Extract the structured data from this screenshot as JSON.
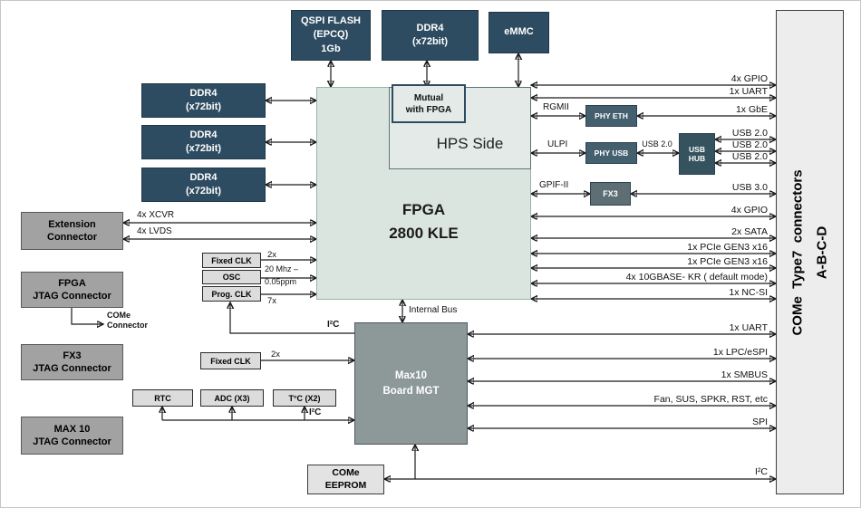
{
  "colors": {
    "dark_box": "#2e4c61",
    "gray_box": "#a2a2a2",
    "fpga_fill": "#dbe5e0",
    "max10_fill": "#8d9898",
    "connector_fill": "#ededed"
  },
  "top_memory": {
    "qspi": "QSPI FLASH\n(EPCQ)\n1Gb",
    "ddr4": "DDR4\n(x72bit)",
    "emmc": "eMMC"
  },
  "left_memory": {
    "ddr4_1": "DDR4\n(x72bit)",
    "ddr4_2": "DDR4\n(x72bit)",
    "ddr4_3": "DDR4\n(x72bit)"
  },
  "fpga": {
    "label": "FPGA\n2800 KLE",
    "hps": "HPS Side",
    "mutual": "Mutual\nwith FPGA"
  },
  "left_panel": {
    "extension": "Extension\nConnector",
    "fpga_jtag": "FPGA\nJTAG Connector",
    "fx3_jtag": "FX3\nJTAG Connector",
    "max10_jtag": "MAX 10\nJTAG Connector",
    "come_connector": "COMe\nConnector",
    "xcvr": "4x XCVR",
    "lvds": "4x LVDS"
  },
  "clocks": {
    "fixed_clk": "Fixed CLK",
    "osc": "OSC",
    "prog_clk": "Prog. CLK",
    "fixed_clk_2": "Fixed CLK",
    "fixed_2x": "2x",
    "osc_freq": "20 Mhz –\n0.05ppm",
    "prog_7x": "7x",
    "fixed2_2x": "2x"
  },
  "mgmt": {
    "max10": "Max10\nBoard MGT",
    "internal_bus": "Internal Bus",
    "i2c_prog": "I²C",
    "i2c_sensors": "I²C",
    "rtc": "RTC",
    "adc": "ADC (X3)",
    "temp": "T°C (X2)",
    "eeprom": "COMe\nEEPROM"
  },
  "interfaces": {
    "rgmii": "RGMII",
    "phy_eth": "PHY ETH",
    "ulpi": "ULPI",
    "phy_usb": "PHY USB",
    "usb20_link": "USB 2.0",
    "usb_hub": "USB\nHUB",
    "gpif": "GPIF-II",
    "fx3": "FX3"
  },
  "right_connector": {
    "title": "COMe  Type7  connectors\nA-B-C-D"
  },
  "right_labels": {
    "gpio_top": "4x GPIO",
    "uart_top": "1x UART",
    "gbe": "1x GbE",
    "usb20_a": "USB 2.0",
    "usb20_b": "USB 2.0",
    "usb20_c": "USB 2.0",
    "usb30": "USB 3.0",
    "gpio2": "4x GPIO",
    "sata": "2x SATA",
    "pcie1": "1x PCIe GEN3 x16",
    "pcie2": "1x PCIe GEN3 x16",
    "tengbase": "4x 10GBASE- KR ( default mode)",
    "ncsi": "1x NC-SI",
    "uart2": "1x UART",
    "lpc": "1x LPC/eSPI",
    "smbus": "1x SMBUS",
    "fan": "Fan, SUS, SPKR, RST, etc",
    "spi": "SPI",
    "i2c": "I²C"
  }
}
